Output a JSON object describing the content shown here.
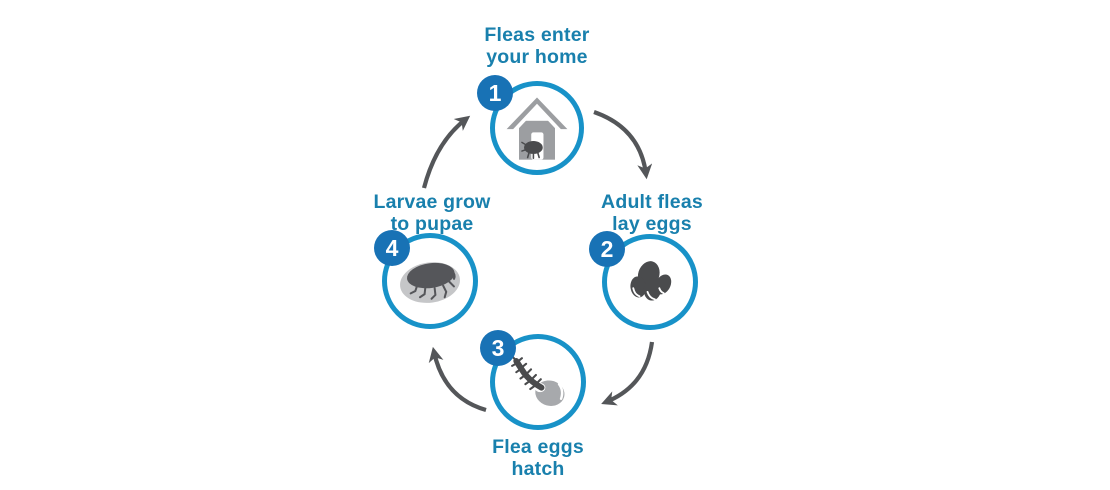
{
  "diagram": {
    "type": "cycle",
    "subject": "flea-life-cycle",
    "colors": {
      "node_ring_blue": "#1892c8",
      "badge_blue": "#1872b5",
      "label_blue": "#1980ad",
      "arrow_gray": "#545659",
      "house_gray": "#9c9ea1",
      "dark_icon_gray": "#4a4b4d",
      "pupa_shell_gray": "#c5c6c8",
      "egg_gray": "#a7a9ac",
      "background": "#ffffff"
    },
    "steps": [
      {
        "number": "1",
        "line1": "Fleas enter",
        "line2": "your home",
        "icon": "house-with-flea-icon"
      },
      {
        "number": "2",
        "line1": "Adult fleas",
        "line2": "lay eggs",
        "icon": "flea-egg-cluster-icon"
      },
      {
        "number": "3",
        "line1": "Flea eggs",
        "line2": "hatch",
        "icon": "hatching-larva-icon"
      },
      {
        "number": "4",
        "line1": "Larvae grow",
        "line2": "to pupae",
        "icon": "flea-pupa-icon"
      }
    ]
  }
}
